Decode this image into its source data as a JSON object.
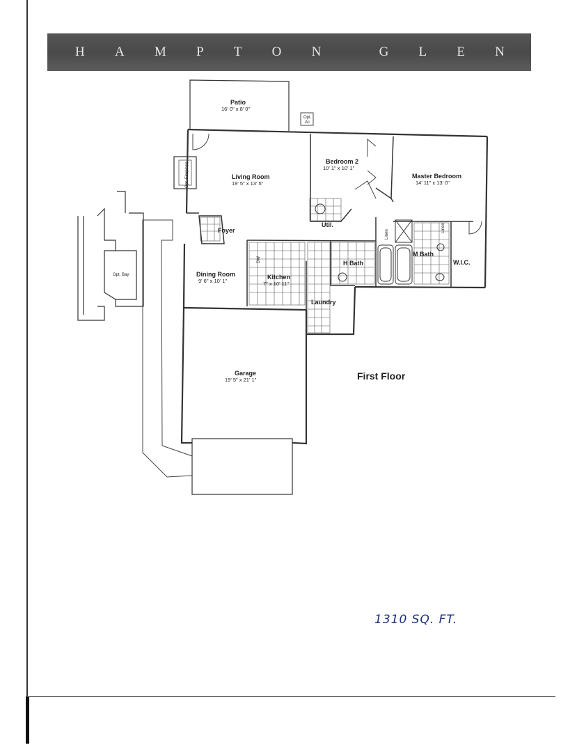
{
  "header": {
    "letters": [
      "H",
      "A",
      "M",
      "P",
      "T",
      "O",
      "N",
      "G",
      "L",
      "E",
      "N"
    ]
  },
  "rooms": {
    "patio": {
      "name": "Patio",
      "dim": "16' 0\" x 8' 0\""
    },
    "opt_ac": {
      "line1": "Opt.",
      "line2": "Ac"
    },
    "living": {
      "name": "Living Room",
      "dim": "19' 5\" x 13' 5\""
    },
    "opt_fireplace": "Opt. Fireplace",
    "bedroom2": {
      "name": "Bedroom 2",
      "dim": "10' 1\" x 10' 1\""
    },
    "master": {
      "name": "Master Bedroom",
      "dim": "14' 11\" x 13' 0\""
    },
    "util": "Util.",
    "foyer": "Foyer",
    "dining": {
      "name": "Dining Room",
      "dim": "9' 6\" x 10' 1\""
    },
    "kitchen": {
      "name": "Kitchen",
      "dim": "7\" x 10' 11\""
    },
    "hbath": "H Bath",
    "mbath": "M Bath",
    "wic": "W.I.C.",
    "laundry": "Laundry",
    "linen1": "Linen",
    "linen2": "Linen",
    "opt_bay": "Opt. Bay",
    "dw": "DW",
    "garage": {
      "name": "Garage",
      "dim": "19' 5\" x 21' 1\""
    }
  },
  "floor_label": "First Floor",
  "handwritten_note": "1310 SQ. FT."
}
